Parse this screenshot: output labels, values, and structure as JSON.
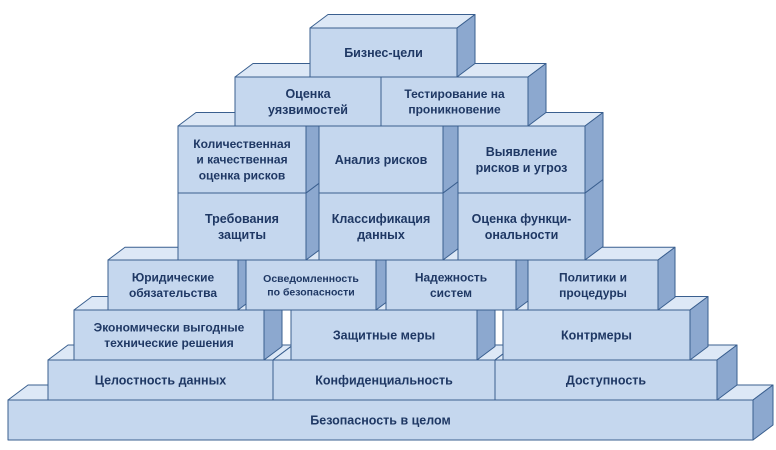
{
  "blocks": [
    {
      "id": "security-overall",
      "lines": [
        "Безопасность в целом"
      ]
    },
    {
      "id": "data-integrity",
      "lines": [
        "Целостность данных"
      ]
    },
    {
      "id": "confidentiality",
      "lines": [
        "Конфиденциальность"
      ]
    },
    {
      "id": "availability",
      "lines": [
        "Доступность"
      ]
    },
    {
      "id": "cost-effective",
      "lines": [
        "Экономически выгодные",
        "технические решения"
      ]
    },
    {
      "id": "protective-measures",
      "lines": [
        "Защитные меры"
      ]
    },
    {
      "id": "countermeasures",
      "lines": [
        "Контрмеры"
      ]
    },
    {
      "id": "legal-obligations",
      "lines": [
        "Юридические",
        "обязательства"
      ]
    },
    {
      "id": "security-awareness",
      "lines": [
        "Осведомленность",
        "по безопасности"
      ]
    },
    {
      "id": "system-reliability",
      "lines": [
        "Надежность",
        "систем"
      ]
    },
    {
      "id": "policies-procedures",
      "lines": [
        "Политики и",
        "процедуры"
      ]
    },
    {
      "id": "protection-requirements",
      "lines": [
        "Требования",
        "защиты"
      ]
    },
    {
      "id": "data-classification",
      "lines": [
        "Классификация",
        "данных"
      ]
    },
    {
      "id": "functionality-assessment",
      "lines": [
        "Оценка функци-",
        "ональности"
      ]
    },
    {
      "id": "risk-assessment",
      "lines": [
        "Количественная",
        "и качественная",
        "оценка рисков"
      ]
    },
    {
      "id": "risk-analysis",
      "lines": [
        "Анализ рисков"
      ]
    },
    {
      "id": "risk-threat-identification",
      "lines": [
        "Выявление",
        "рисков и угроз"
      ]
    },
    {
      "id": "vulnerability-assessment",
      "lines": [
        "Оценка",
        "уязвимостей"
      ]
    },
    {
      "id": "penetration-testing",
      "lines": [
        "Тестирование на",
        "проникновение"
      ]
    },
    {
      "id": "business-goals",
      "lines": [
        "Бизнес-цели"
      ]
    }
  ],
  "colors": {
    "front": "#c5d7ee",
    "top": "#dde8f6",
    "side": "#8ca8cf",
    "edge": "#3a5f8f",
    "text": "#1f3864"
  }
}
